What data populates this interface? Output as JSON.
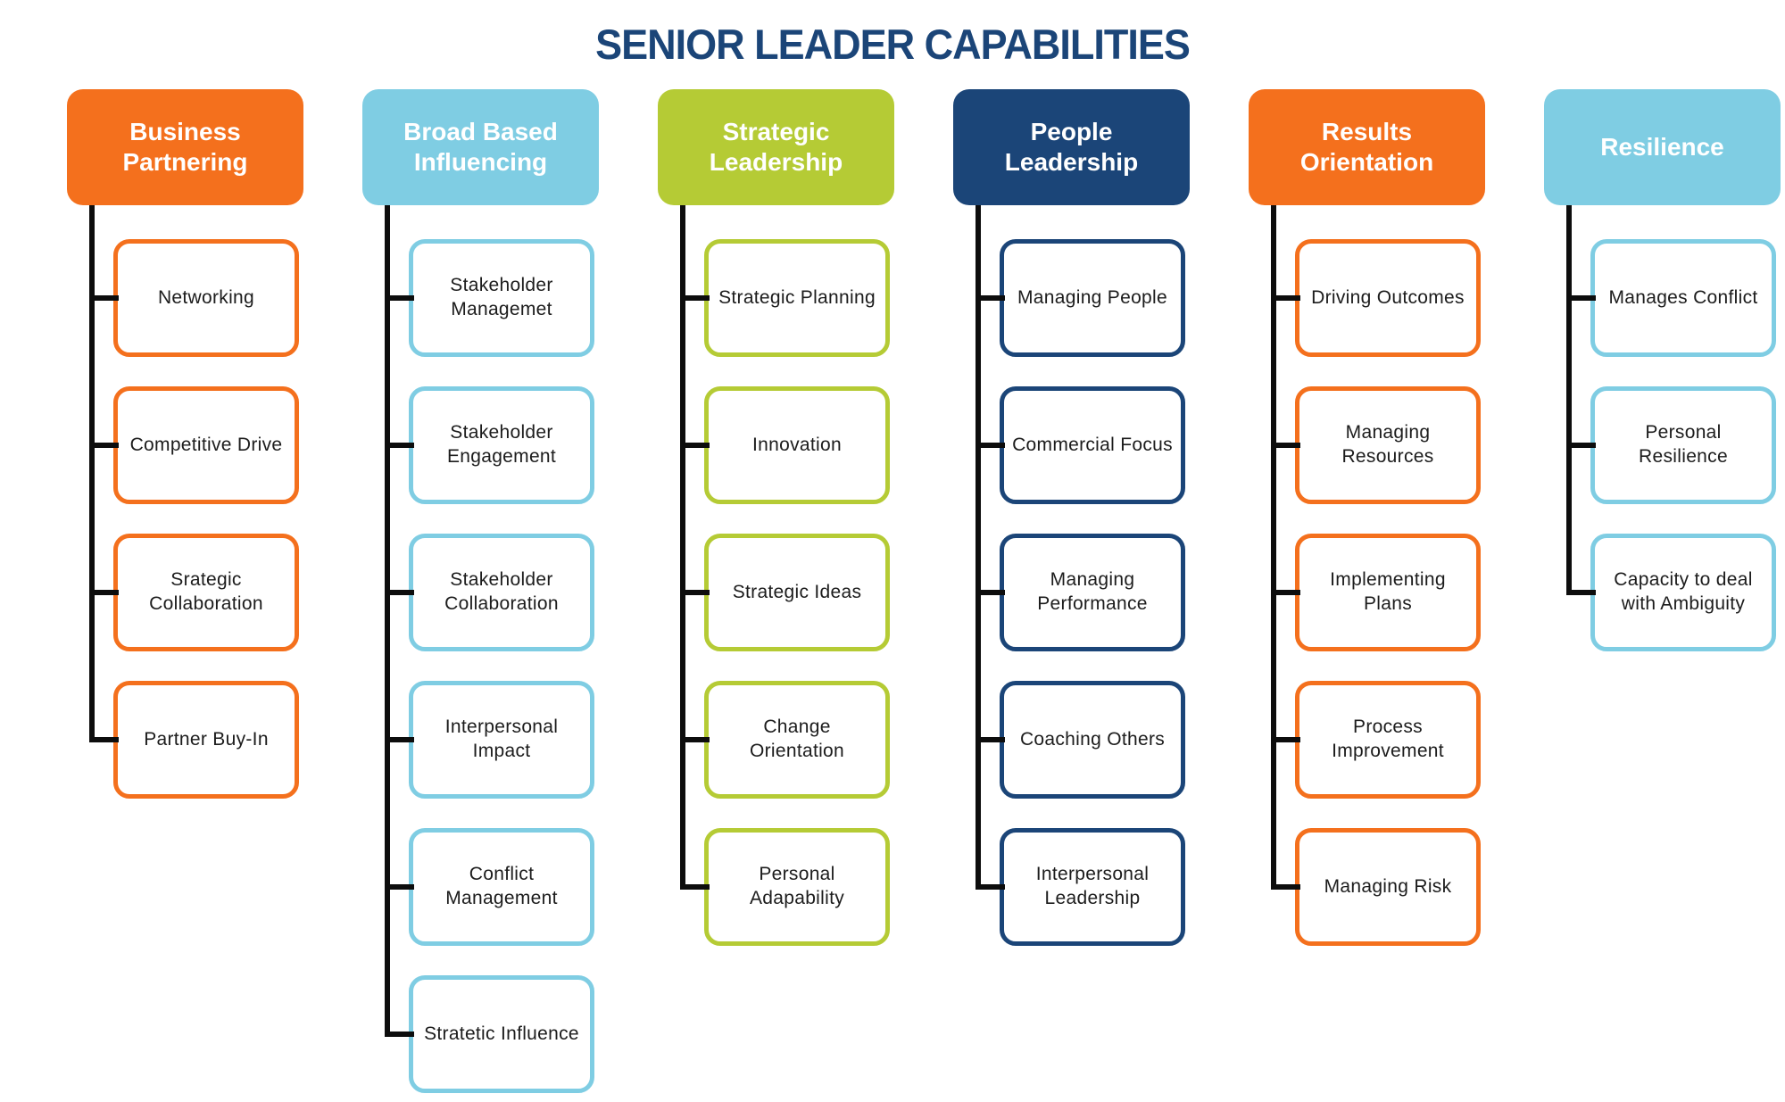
{
  "title": "SENIOR LEADER CAPABILITIES",
  "colors": {
    "orange": "#F4701D",
    "light_blue": "#7FCDE3",
    "green": "#B5CB35",
    "navy": "#1B4578",
    "title_text": "#1B4578",
    "connector": "#0d0d0d",
    "box_text": "#1c1c1c",
    "box_fill": "#ffffff"
  },
  "columns": [
    {
      "title": "Business Partnering",
      "color": "orange",
      "items": [
        "Networking",
        "Competitive Drive",
        "Srategic Collaboration",
        "Partner Buy-In"
      ]
    },
    {
      "title": "Broad Based Influencing",
      "color": "light_blue",
      "items": [
        "Stakeholder Managemet",
        "Stakeholder Engagement",
        "Stakeholder Collaboration",
        "Interpersonal Impact",
        "Conflict Management",
        "Stratetic Influence"
      ]
    },
    {
      "title": "Strategic Leadership",
      "color": "green",
      "items": [
        "Strategic Planning",
        "Innovation",
        "Strategic Ideas",
        "Change Orientation",
        "Personal Adapability"
      ]
    },
    {
      "title": "People Leadership",
      "color": "navy",
      "items": [
        "Managing People",
        "Commercial Focus",
        "Managing Performance",
        "Coaching Others",
        "Interpersonal Leadership"
      ]
    },
    {
      "title": "Results Orientation",
      "color": "orange",
      "items": [
        "Driving Outcomes",
        "Managing Resources",
        "Implementing Plans",
        "Process Improvement",
        "Managing Risk"
      ]
    },
    {
      "title": "Resilience",
      "color": "light_blue",
      "items": [
        "Manages Conflict",
        "Personal Resilience",
        "Capacity to deal with Ambiguity"
      ]
    }
  ]
}
